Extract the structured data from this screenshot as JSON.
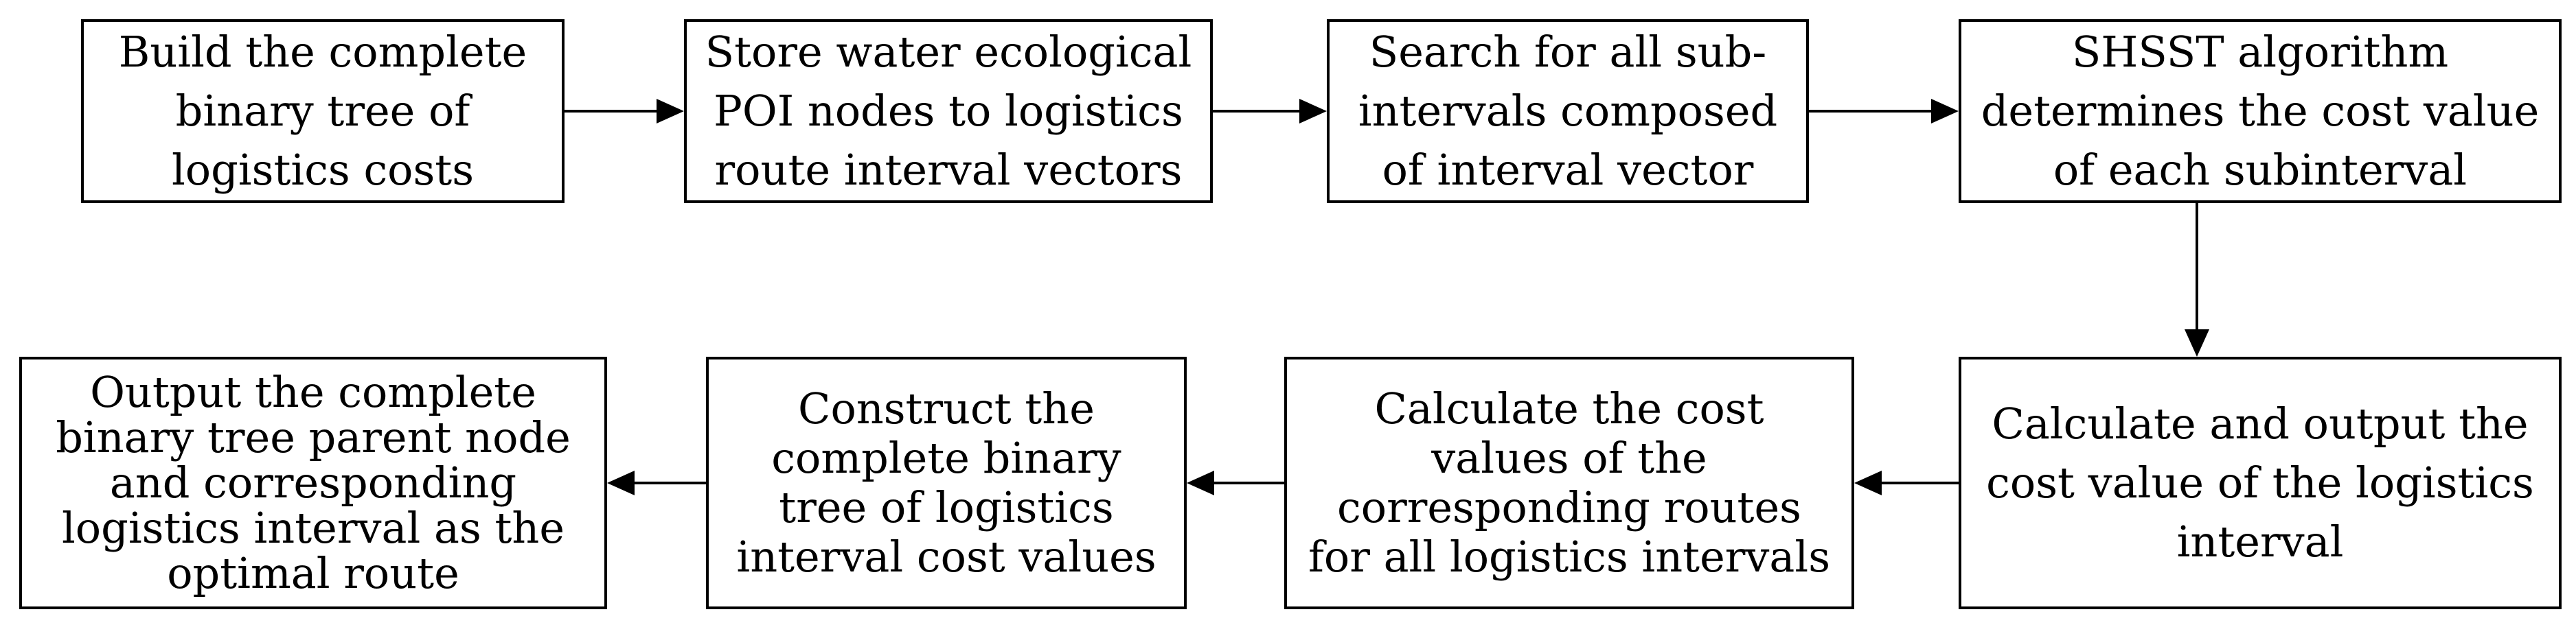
{
  "steps": [
    {
      "id": "build-tree",
      "lines": [
        "Build the complete",
        "binary tree of",
        "logistics costs"
      ]
    },
    {
      "id": "store-poi",
      "lines": [
        "Store water ecological",
        "POI nodes to logistics",
        "route interval vectors"
      ]
    },
    {
      "id": "search-subintervals",
      "lines": [
        "Search for all sub-",
        "intervals composed",
        "of interval vector"
      ]
    },
    {
      "id": "shsst-cost",
      "lines": [
        "SHSST algorithm",
        "determines the cost value",
        "of each subinterval"
      ]
    },
    {
      "id": "calc-output-cost",
      "lines": [
        "Calculate and output the",
        "cost value of the logistics",
        "interval"
      ]
    },
    {
      "id": "calc-route-costs",
      "lines": [
        "Calculate the cost",
        "values of the",
        "corresponding routes",
        "for all logistics intervals"
      ]
    },
    {
      "id": "construct-tree",
      "lines": [
        "Construct the",
        "complete binary",
        "tree of logistics",
        "interval cost values"
      ]
    },
    {
      "id": "output-optimal",
      "lines": [
        "Output the complete",
        "binary tree parent node",
        "and corresponding",
        "logistics interval as the",
        "optimal route"
      ]
    }
  ],
  "flow": [
    [
      "build-tree",
      "store-poi"
    ],
    [
      "store-poi",
      "search-subintervals"
    ],
    [
      "search-subintervals",
      "shsst-cost"
    ],
    [
      "shsst-cost",
      "calc-output-cost"
    ],
    [
      "calc-output-cost",
      "calc-route-costs"
    ],
    [
      "calc-route-costs",
      "construct-tree"
    ],
    [
      "construct-tree",
      "output-optimal"
    ]
  ]
}
